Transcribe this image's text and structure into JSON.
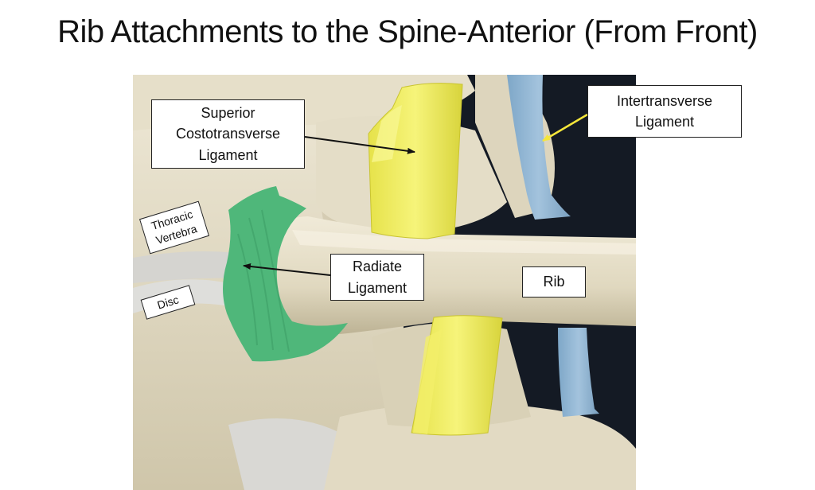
{
  "title": "Rib Attachments to the Spine-Anterior (From Front)",
  "labels": {
    "superior_costotransverse": "Superior\nCostotransverse\nLigament",
    "intertransverse": "Intertransverse\nLigament",
    "thoracic_vertebra": "Thoracic\nVertebra",
    "radiate": "Radiate\nLigament",
    "rib": "Rib",
    "disc": "Disc"
  },
  "colors": {
    "bone": "#e3dcc6",
    "bone_shadow": "#b6ad92",
    "background": "#141a24",
    "superior_costotransverse_ligament": "#f2ef5e",
    "intertransverse_ligament": "#92b8d6",
    "radiate_ligament": "#4fb77a",
    "disc": "#d9d9d6",
    "arrow_black": "#111111",
    "arrow_yellow": "#f5e63a"
  }
}
